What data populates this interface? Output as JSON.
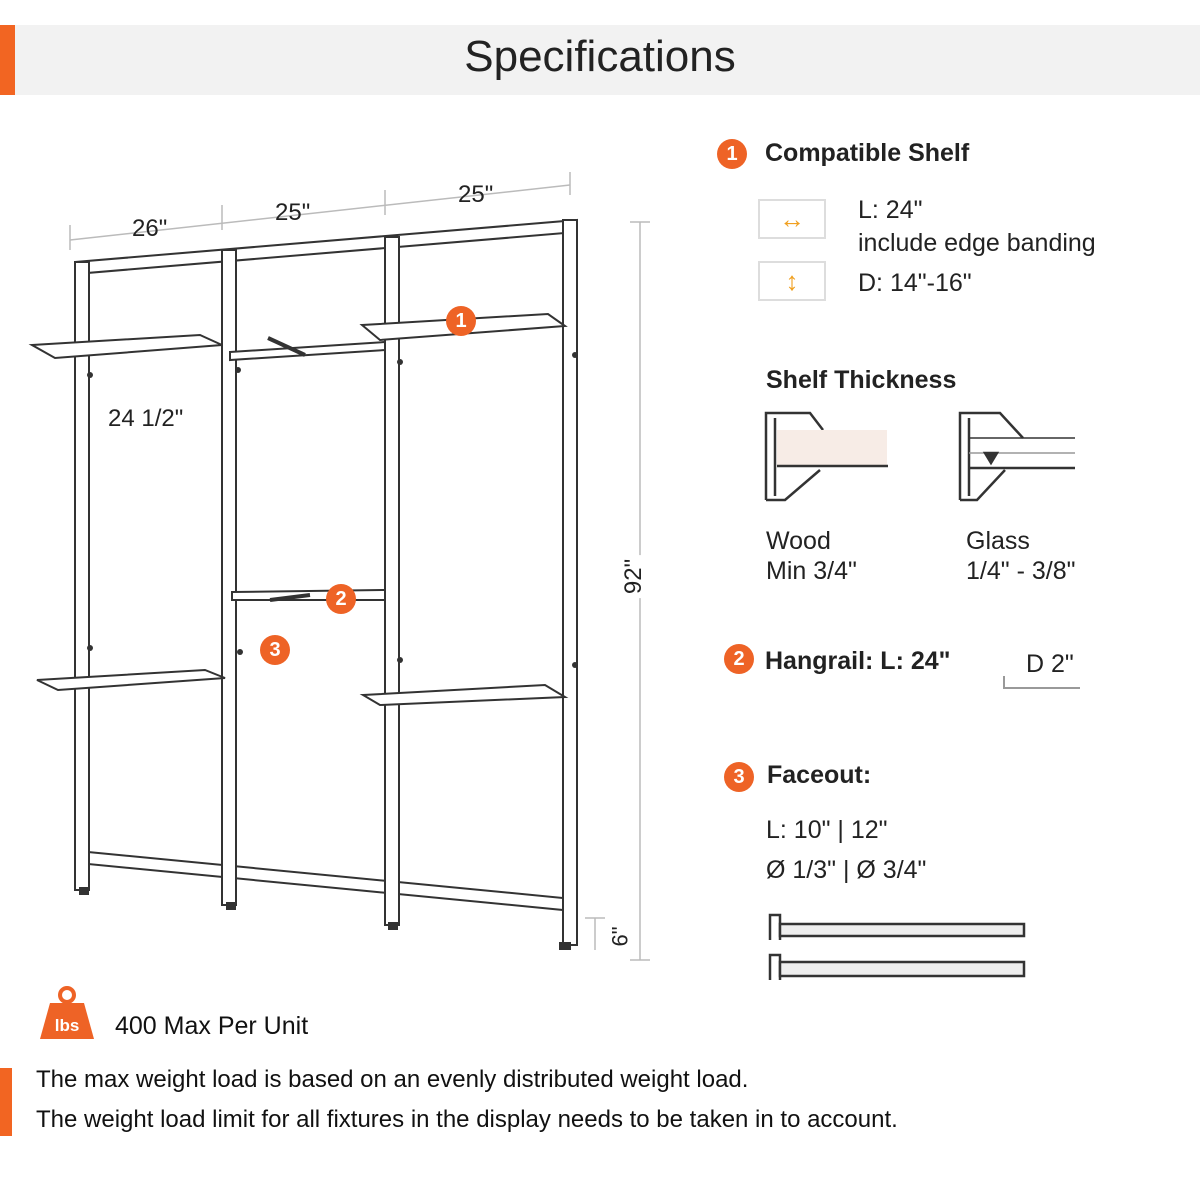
{
  "header": {
    "title": "Specifications"
  },
  "diagram": {
    "width_labels": [
      "26\"",
      "25\"",
      "25\""
    ],
    "shelf_spacing_label": "24 1/2\"",
    "height_label": "92\"",
    "floor_clearance_label": "6\"",
    "callouts": [
      "1",
      "2",
      "3"
    ]
  },
  "specs": {
    "compatible_shelf": {
      "number": "1",
      "title": "Compatible Shelf",
      "length": "L: 24\"",
      "length_note": "include edge banding",
      "depth": "D: 14\"-16\""
    },
    "shelf_thickness": {
      "title": "Shelf Thickness",
      "wood_label": "Wood",
      "wood_value": "Min 3/4\"",
      "glass_label": "Glass",
      "glass_value": "1/4\" - 3/8\""
    },
    "hangrail": {
      "number": "2",
      "title": "Hangrail: L: 24\"",
      "depth": "D 2\""
    },
    "faceout": {
      "number": "3",
      "title": "Faceout:",
      "length": "L: 10\" | 12\"",
      "diameter": "Ø 1/3\" | Ø 3/4\""
    }
  },
  "weight": {
    "icon_label": "lbs",
    "max": "400 Max Per Unit",
    "note_1": "The max weight load is based on an evenly distributed weight load.",
    "note_2": "The weight load limit for all fixtures in the display needs to be taken in to account."
  },
  "colors": {
    "accent": "#f26522",
    "header_bg": "#f2f2f2"
  }
}
